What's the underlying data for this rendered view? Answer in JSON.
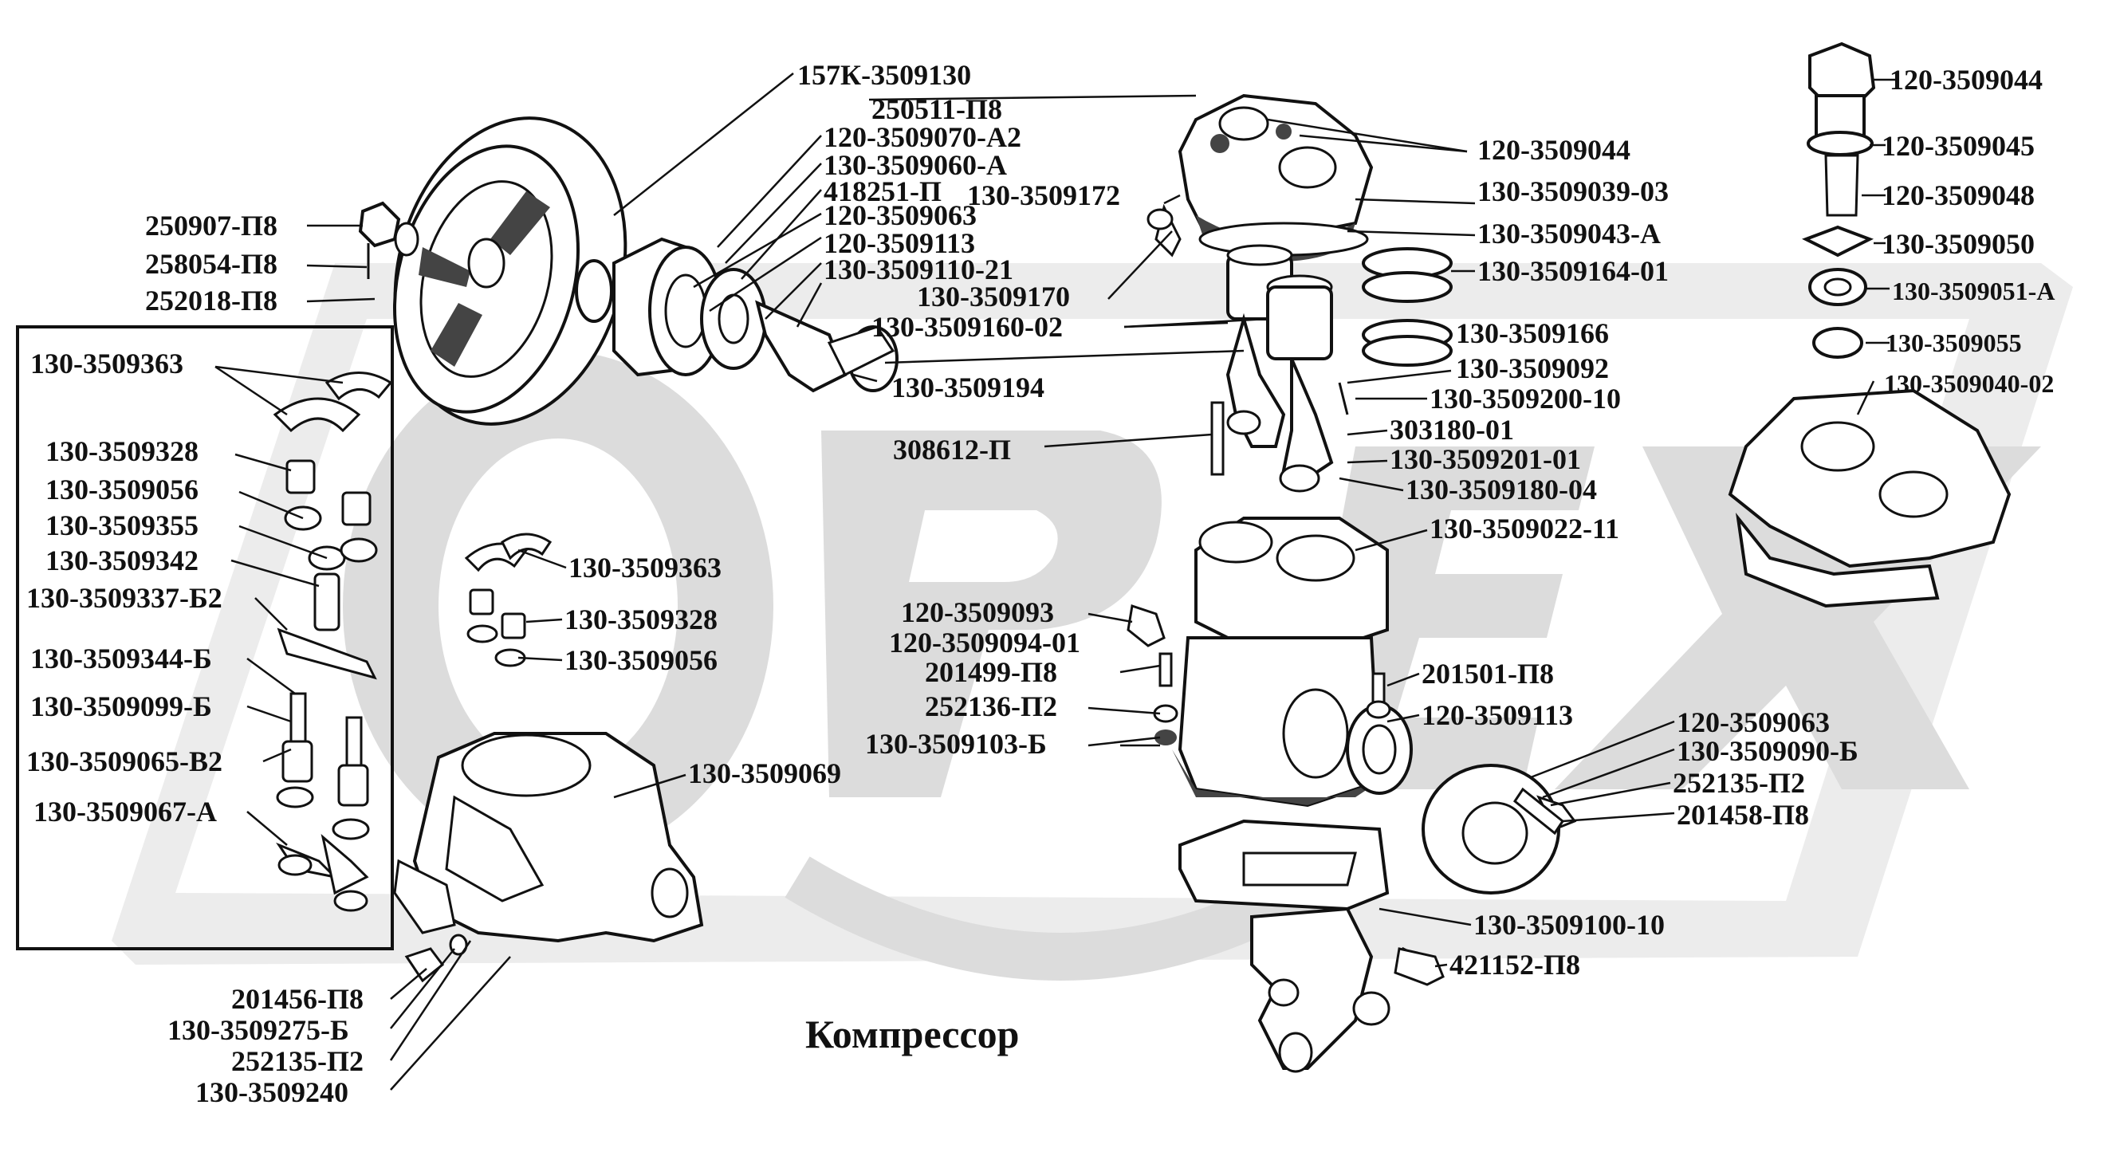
{
  "title": "Компрессор",
  "watermark": {
    "text": "ОРЕХ",
    "color": "#d9d9d9"
  },
  "colors": {
    "ink": "#111111",
    "background": "#ffffff",
    "watermark": "#d9d9d9"
  },
  "labels": {
    "l01": "157К-3509130",
    "l02": "250511-П8",
    "l03": "120-3509070-А2",
    "l04": "130-3509060-А",
    "l05": "418251-П",
    "l06": "130-3509172",
    "l07": "120-3509063",
    "l08": "120-3509113",
    "l09": "130-3509110-21",
    "l10": "130-3509170",
    "l11": "130-3509160-02",
    "l12": "130-3509194",
    "l13": "250907-П8",
    "l14": "258054-П8",
    "l15": "252018-П8",
    "l16": "120-3509044",
    "l17": "130-3509039-03",
    "l18": "130-3509043-А",
    "l19": "130-3509164-01",
    "l20": "130-3509166",
    "l21": "130-3509092",
    "l22": "130-3509200-10",
    "l23": "303180-01",
    "l24": "130-3509201-01",
    "l25": "130-3509180-04",
    "l26": "130-3509022-11",
    "l27": "308612-П",
    "l28": "120-3509044",
    "l29": "120-3509045",
    "l30": "120-3509048",
    "l31": "130-3509050",
    "l32": "130-3509051-А",
    "l33": "130-3509055",
    "l34": "130-3509040-02",
    "l35": "130-3509363",
    "l36": "130-3509328",
    "l37": "130-3509056",
    "l38": "130-3509355",
    "l39": "130-3509342",
    "l40": "130-3509337-Б2",
    "l41": "130-3509344-Б",
    "l42": "130-3509099-Б",
    "l43": "130-3509065-В2",
    "l44": "130-3509067-А",
    "l45": "130-3509363",
    "l46": "130-3509328",
    "l47": "130-3509056",
    "l48": "130-3509069",
    "l49": "120-3509093",
    "l50": "120-3509094-01",
    "l51": "201499-П8",
    "l52": "252136-П2",
    "l53": "130-3509103-Б",
    "l54": "201501-П8",
    "l55": "120-3509113",
    "l56": "120-3509063",
    "l57": "130-3509090-Б",
    "l58": "252135-П2",
    "l59": "201458-П8",
    "l60": "130-3509100-10",
    "l61": "421152-П8",
    "l62": "201456-П8",
    "l63": "130-3509275-Б",
    "l64": "252135-П2",
    "l65": "130-3509240"
  }
}
